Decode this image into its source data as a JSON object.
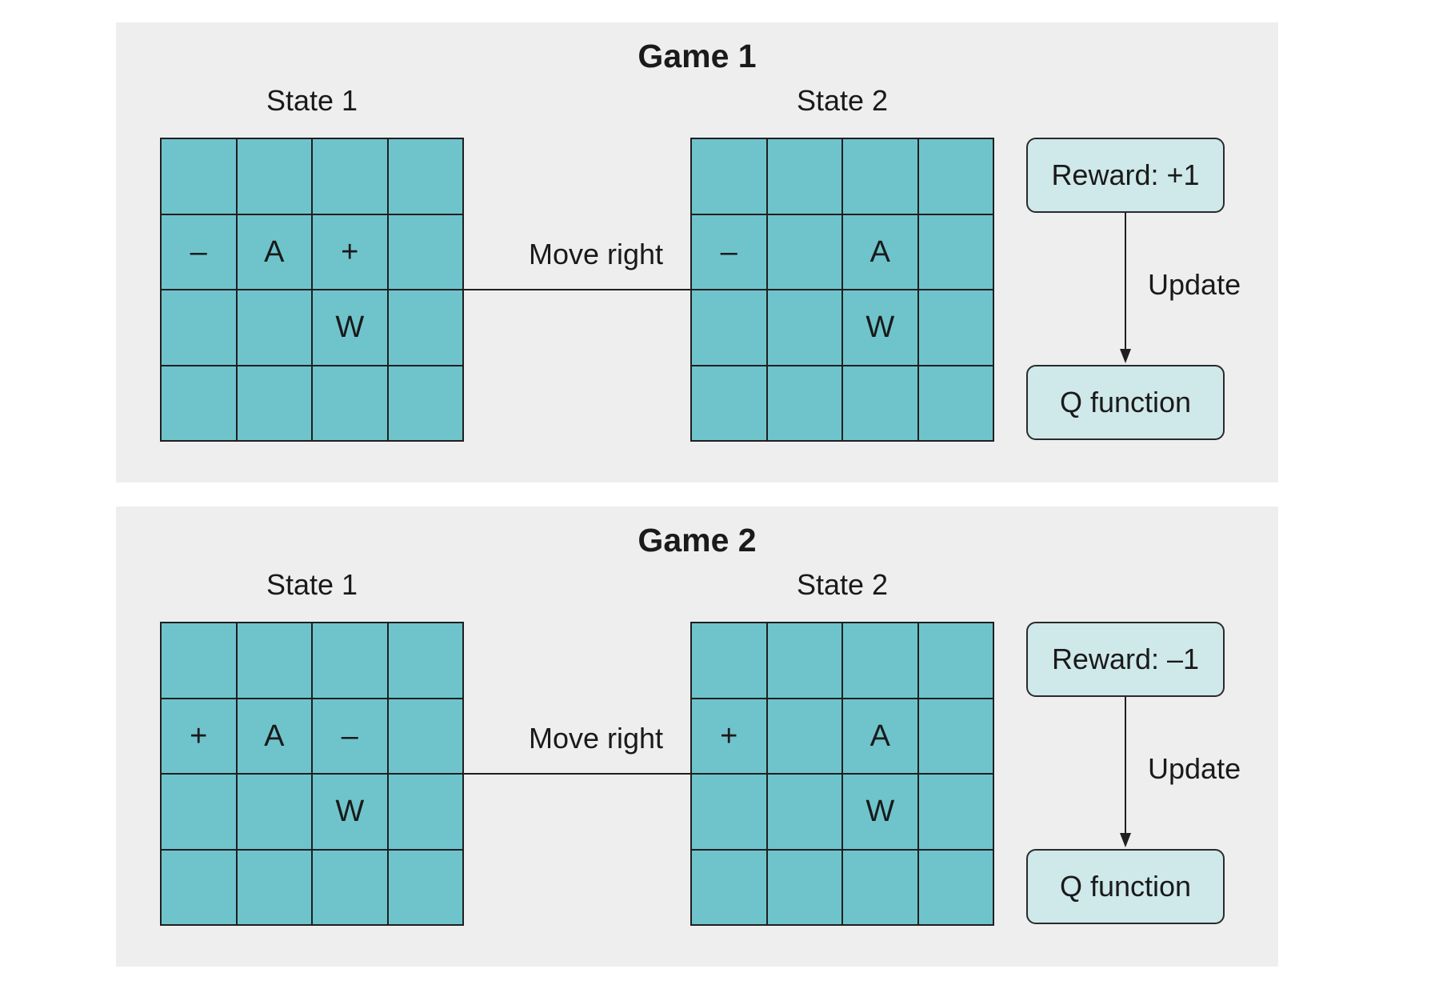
{
  "games": [
    {
      "title": "Game 1",
      "state1": {
        "label": "State 1",
        "cells": [
          "",
          "",
          "",
          "",
          "–",
          "A",
          "+",
          "",
          "",
          "",
          "W",
          "",
          "",
          "",
          "",
          ""
        ]
      },
      "action_label": "Move right",
      "state2": {
        "label": "State 2",
        "cells": [
          "",
          "",
          "",
          "",
          "–",
          "",
          "A",
          "",
          "",
          "",
          "W",
          "",
          "",
          "",
          "",
          ""
        ]
      },
      "reward_label": "Reward: +1",
      "update_label": "Update",
      "q_label": "Q function"
    },
    {
      "title": "Game 2",
      "state1": {
        "label": "State 1",
        "cells": [
          "",
          "",
          "",
          "",
          "+",
          "A",
          "–",
          "",
          "",
          "",
          "W",
          "",
          "",
          "",
          "",
          ""
        ]
      },
      "action_label": "Move right",
      "state2": {
        "label": "State 2",
        "cells": [
          "",
          "",
          "",
          "",
          "+",
          "",
          "A",
          "",
          "",
          "",
          "W",
          "",
          "",
          "",
          "",
          ""
        ]
      },
      "reward_label": "Reward: –1",
      "update_label": "Update",
      "q_label": "Q function"
    }
  ],
  "colors": {
    "panel_background": "#eeeeee",
    "grid_cell_fill": "#6fc4cc",
    "box_fill": "#cfe8ea",
    "line_color": "#1f1f1f"
  }
}
